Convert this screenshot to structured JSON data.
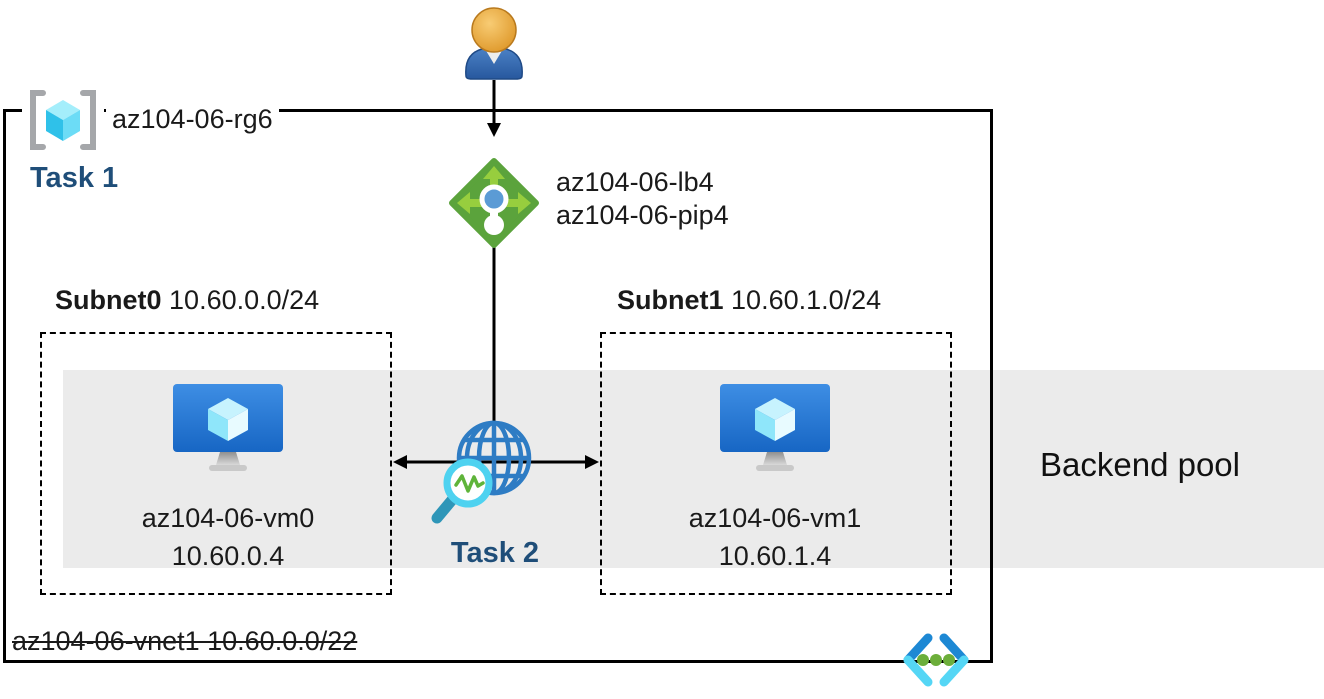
{
  "resource_group": {
    "name": "az104-06-rg6",
    "task_label": "Task 1"
  },
  "load_balancer": {
    "name": "az104-06-lb4",
    "public_ip": "az104-06-pip4"
  },
  "subnets": [
    {
      "name": "Subnet0",
      "cidr": "10.60.0.0/24",
      "vm_name": "az104-06-vm0",
      "vm_ip": "10.60.0.4"
    },
    {
      "name": "Subnet1",
      "cidr": "10.60.1.0/24",
      "vm_name": "az104-06-vm1",
      "vm_ip": "10.60.1.4"
    }
  ],
  "backend_pool_label": "Backend pool",
  "monitor_task_label": "Task 2",
  "vnet_label": "az104-06-vnet1 10.60.0.0/22",
  "icons": {
    "user": "user-icon",
    "load_balancer": "load-balancer-icon",
    "resource_group": "resource-group-icon",
    "virtual_machine": "vm-icon",
    "network_monitor": "globe-with-magnifier-icon",
    "virtual_network": "virtual-network-icon"
  },
  "colors": {
    "task_blue": "#1F4E79",
    "band_gray": "#EBEBEB",
    "lb_diamond_green": "#5BA33C",
    "lb_arrow_green": "#97CE3E",
    "vm_screen_blue": "#2B79D0",
    "cube_cyan": "#50D6F2",
    "globe_blue": "#2E7CC4",
    "magnifier_cyan": "#4ED2F0",
    "vnet_bracket_blue": "#1D88D4",
    "vnet_bracket_cyan": "#55D6F5",
    "vnet_dot_green": "#6CAE3A"
  }
}
